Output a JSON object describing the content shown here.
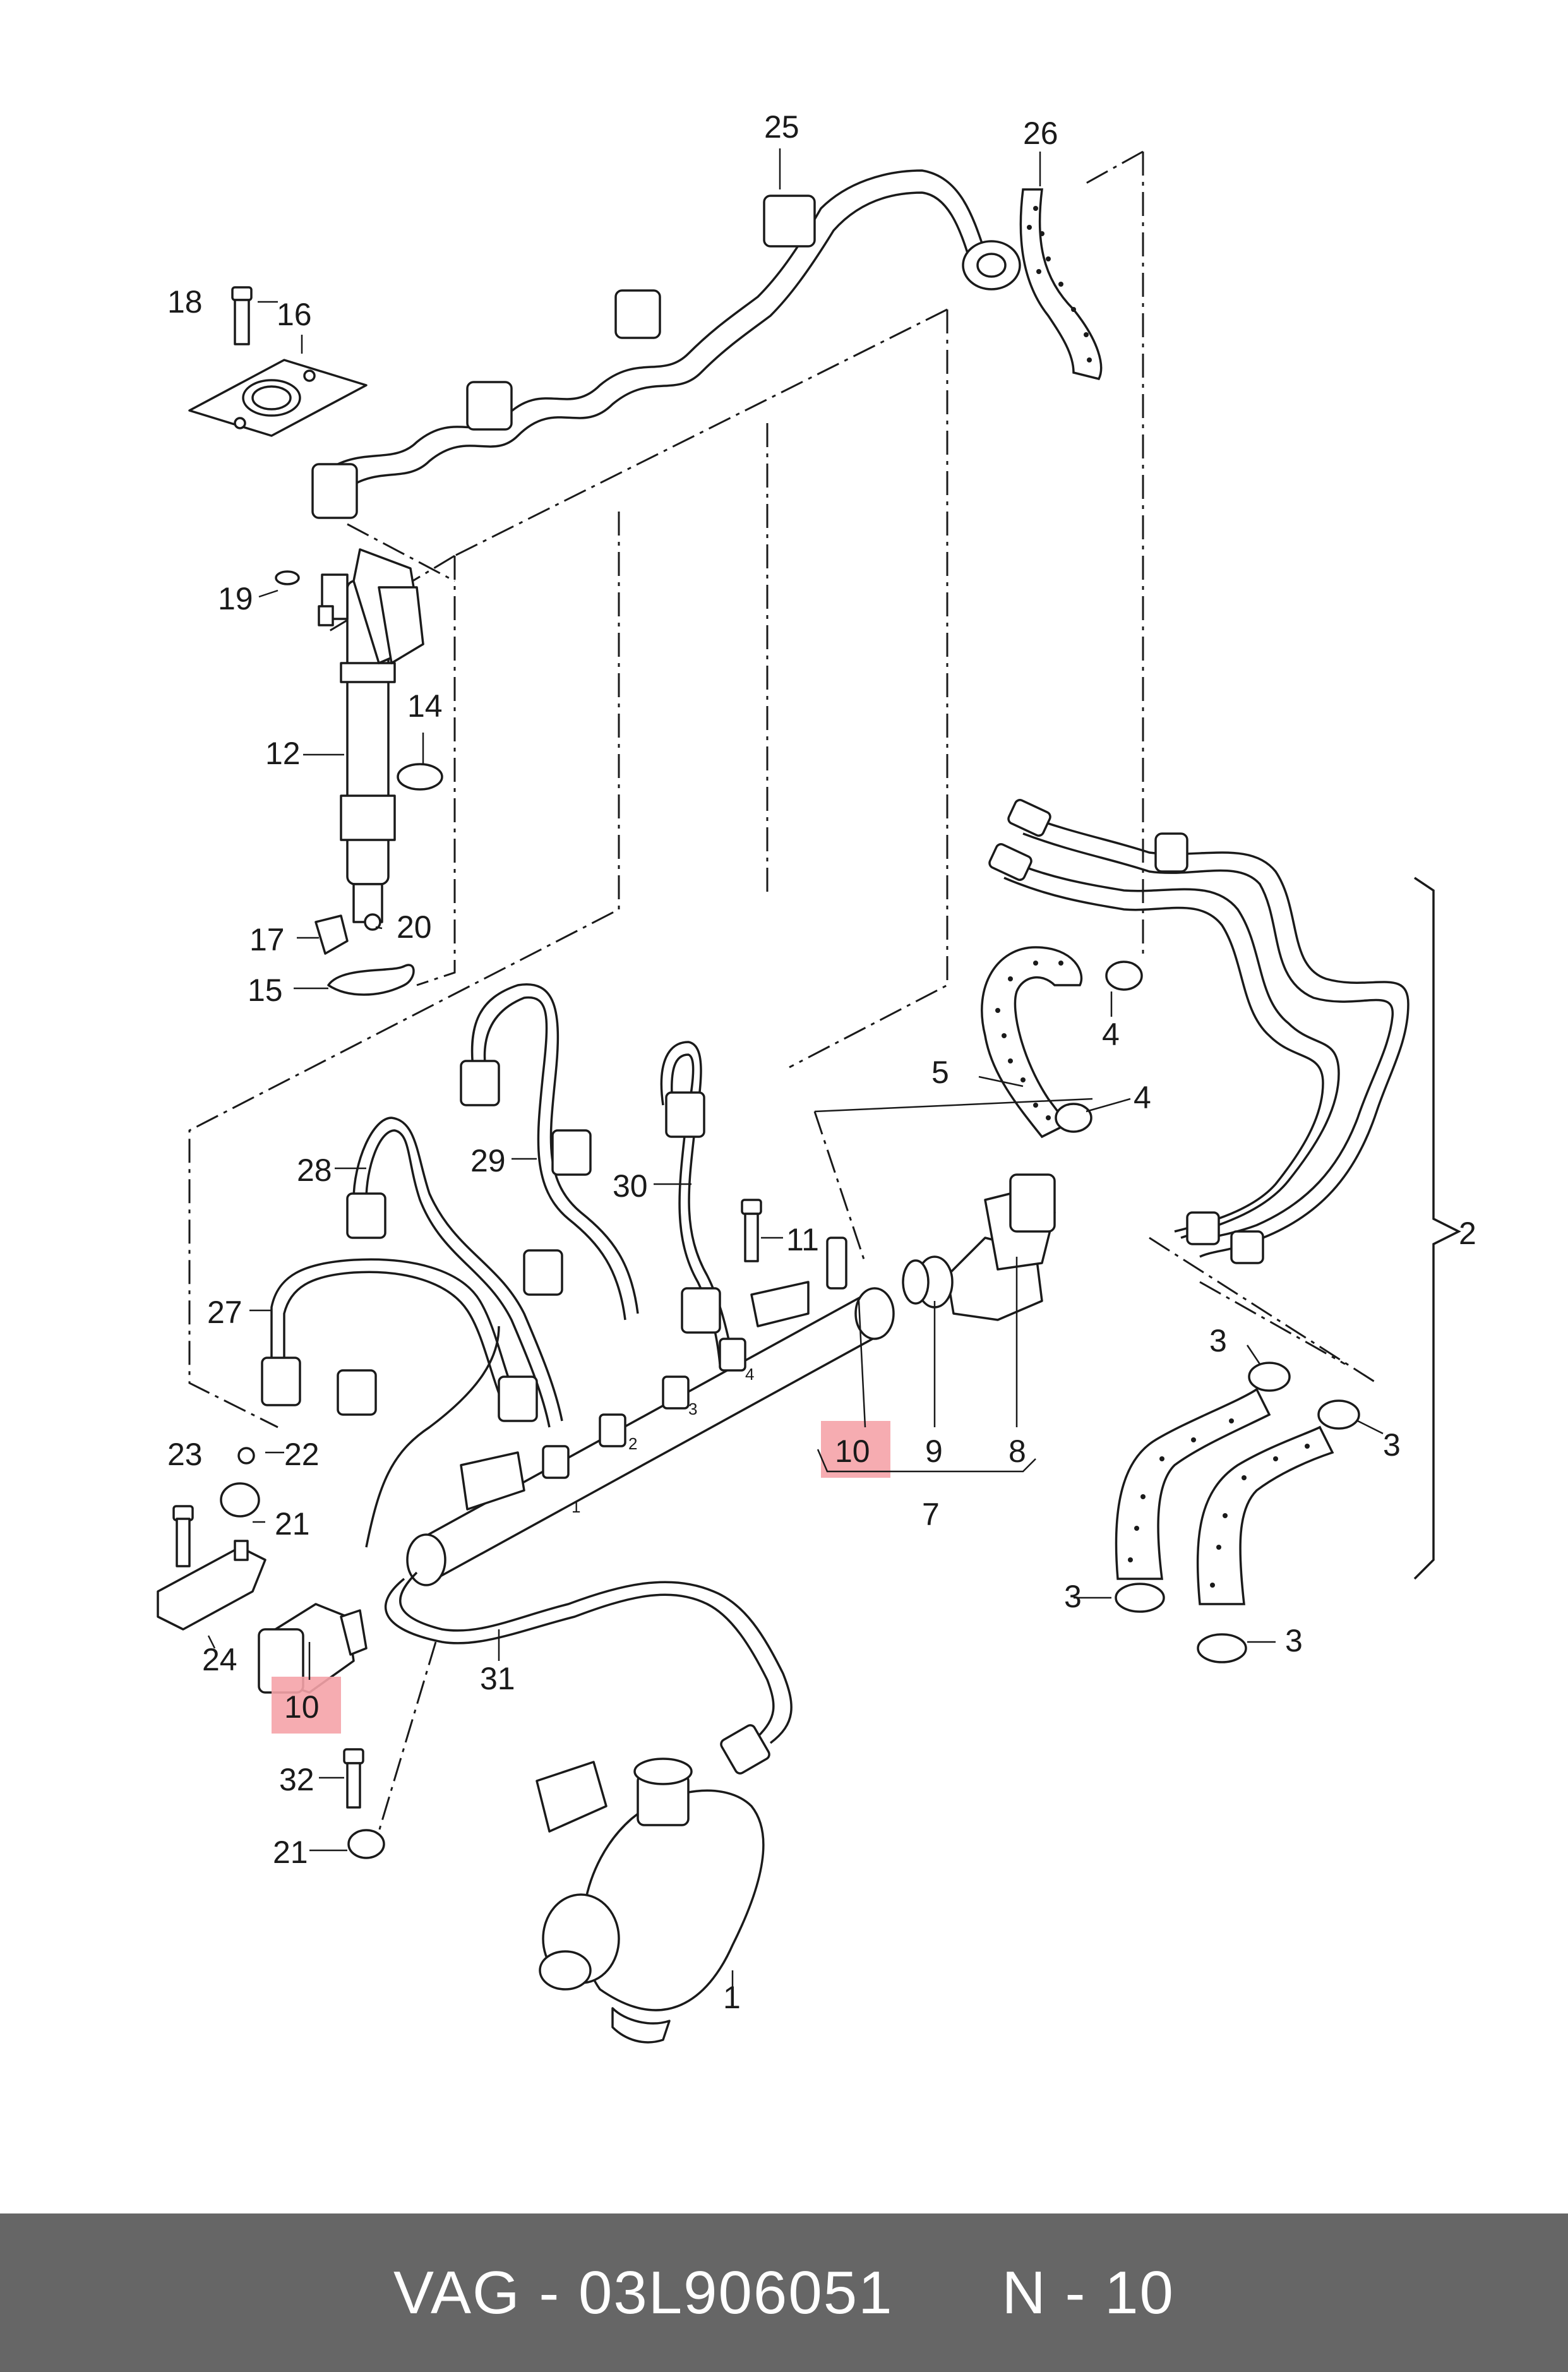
{
  "callouts": {
    "c1": "1",
    "c2": "2",
    "c3a": "3",
    "c3b": "3",
    "c3c": "3",
    "c3d": "3",
    "c4a": "4",
    "c4b": "4",
    "c5": "5",
    "c7": "7",
    "c8": "8",
    "c9": "9",
    "c10a": "10",
    "c10b": "10",
    "c11": "11",
    "c12": "12",
    "c14": "14",
    "c15": "15",
    "c16": "16",
    "c17": "17",
    "c18": "18",
    "c19": "19",
    "c20": "20",
    "c21a": "21",
    "c21b": "21",
    "c22": "22",
    "c23": "23",
    "c24": "24",
    "c25": "25",
    "c26": "26",
    "c27": "27",
    "c28": "28",
    "c29": "29",
    "c30": "30",
    "c31": "31",
    "c32": "32"
  },
  "rail_port_labels": [
    "1",
    "2",
    "3",
    "4"
  ],
  "highlight_color": "#f5a3a8",
  "footer": {
    "brand": "VAG",
    "separator": " - ",
    "part_number": "03L906051",
    "position_label": "N - 10",
    "background": "#666666",
    "text_color": "#ffffff"
  }
}
